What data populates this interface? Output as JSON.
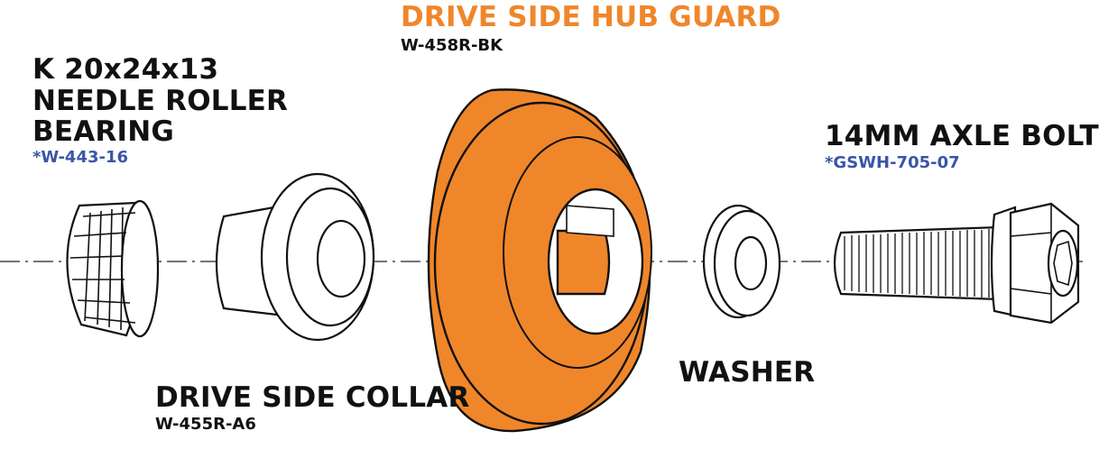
{
  "colors": {
    "accent_orange": "#f0862a",
    "part_blue": "#3a55a8",
    "ink": "#111111",
    "background": "#ffffff"
  },
  "components": {
    "hub_guard": {
      "title": "DRIVE SIDE HUB GUARD",
      "part": "W-458R-BK"
    },
    "bearing": {
      "title_line1": "K 20x24x13",
      "title_line2": "NEEDLE ROLLER",
      "title_line3": "BEARING",
      "part": "*W-443-16"
    },
    "axle_bolt": {
      "title": "14MM AXLE BOLT",
      "part": "*GSWH-705-07"
    },
    "washer": {
      "title": "WASHER"
    },
    "collar": {
      "title": "DRIVE SIDE COLLAR",
      "part": "W-455R-A6"
    }
  }
}
